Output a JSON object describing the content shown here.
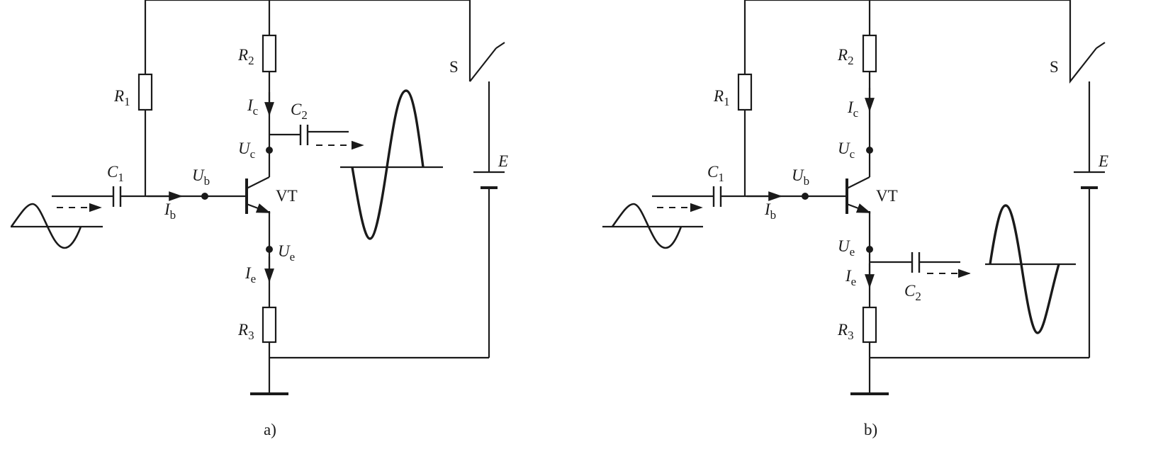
{
  "diagrams": [
    {
      "caption": "a)",
      "labels": {
        "R1": {
          "main": "R",
          "sub": "1"
        },
        "R2": {
          "main": "R",
          "sub": "2"
        },
        "R3": {
          "main": "R",
          "sub": "3"
        },
        "C1": {
          "main": "C",
          "sub": "1"
        },
        "C2": {
          "main": "C",
          "sub": "2"
        },
        "Ic": {
          "main": "I",
          "sub": "c"
        },
        "Ib": {
          "main": "I",
          "sub": "b"
        },
        "Ie": {
          "main": "I",
          "sub": "e"
        },
        "Uc": {
          "main": "U",
          "sub": "c"
        },
        "Ub": {
          "main": "U",
          "sub": "b"
        },
        "Ue": {
          "main": "U",
          "sub": "e"
        },
        "S": "S",
        "E": "E",
        "VT": "VT"
      }
    },
    {
      "caption": "b)",
      "labels": {
        "R1": {
          "main": "R",
          "sub": "1"
        },
        "R2": {
          "main": "R",
          "sub": "2"
        },
        "R3": {
          "main": "R",
          "sub": "3"
        },
        "C1": {
          "main": "C",
          "sub": "1"
        },
        "C2": {
          "main": "C",
          "sub": "2"
        },
        "Ic": {
          "main": "I",
          "sub": "c"
        },
        "Ib": {
          "main": "I",
          "sub": "b"
        },
        "Ie": {
          "main": "I",
          "sub": "e"
        },
        "Uc": {
          "main": "U",
          "sub": "c"
        },
        "Ub": {
          "main": "U",
          "sub": "b"
        },
        "Ue": {
          "main": "U",
          "sub": "e"
        },
        "S": "S",
        "E": "E",
        "VT": "VT"
      }
    }
  ]
}
